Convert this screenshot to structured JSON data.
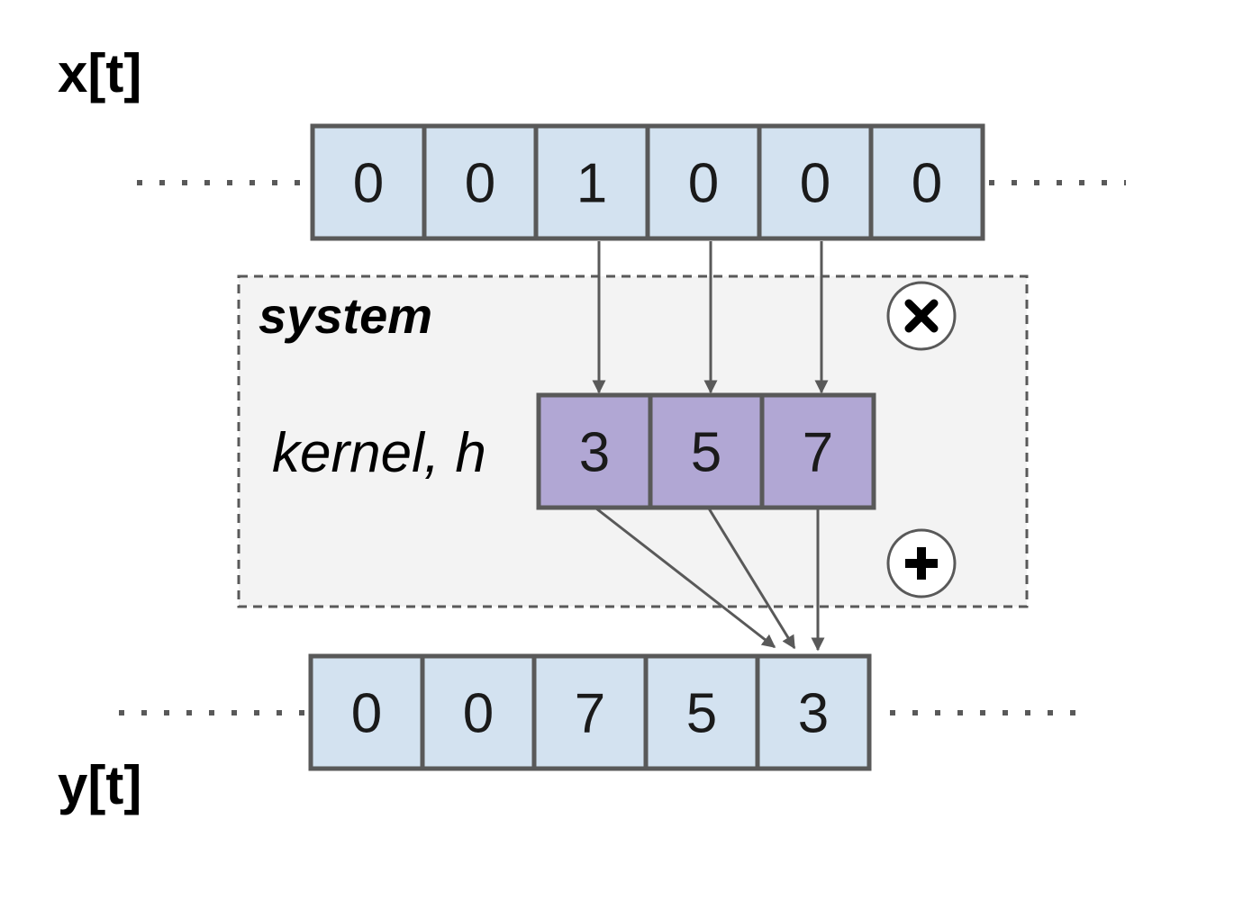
{
  "input": {
    "label": "x[t]",
    "cells": [
      "0",
      "0",
      "1",
      "0",
      "0",
      "0"
    ]
  },
  "system": {
    "label": "system",
    "kernel_label": "kernel, h",
    "kernel": [
      "3",
      "5",
      "7"
    ],
    "multiply_icon": "multiply-icon",
    "add_icon": "plus-icon"
  },
  "output": {
    "label": "y[t]",
    "cells": [
      "0",
      "0",
      "7",
      "5",
      "3"
    ]
  },
  "colors": {
    "signal_fill": "#d3e2f0",
    "kernel_fill": "#b1a7d4",
    "stroke": "#595959",
    "system_fill": "#f3f3f3"
  }
}
